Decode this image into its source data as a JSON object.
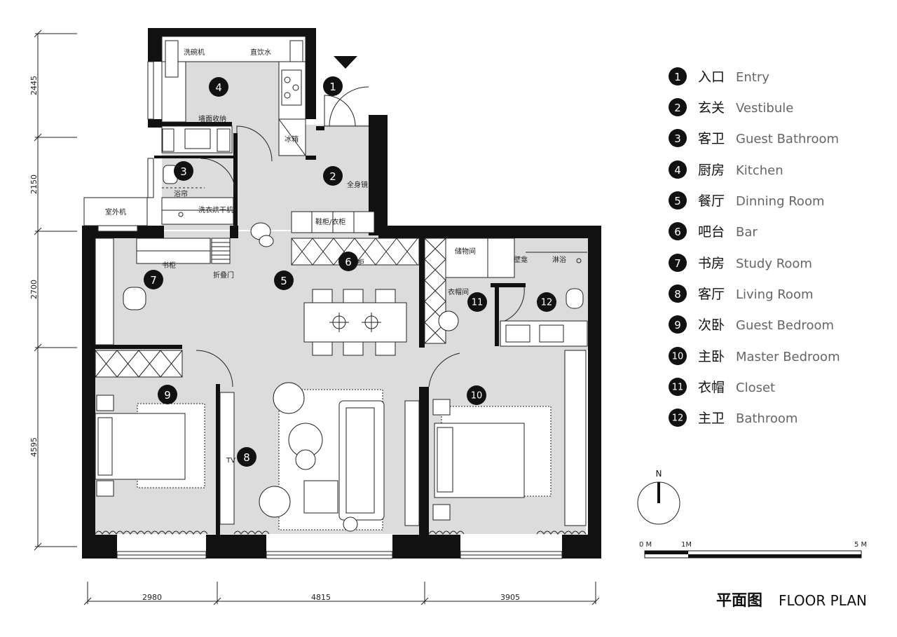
{
  "plan": {
    "title_zh": "平面图",
    "title_en": "FLOOR PLAN"
  },
  "dimensions": {
    "left": [
      "2445",
      "2150",
      "2700",
      "4595"
    ],
    "bottom": [
      "2980",
      "4815",
      "3905"
    ]
  },
  "fixture_labels": {
    "dishwasher": "洗碗机",
    "water_dispenser": "直饮水",
    "wall_storage": "墙面收纳",
    "fridge": "冰箱",
    "mirror": "全身镜",
    "shower_curtain": "浴帘",
    "washer_dryer": "洗衣烘干机",
    "ac_unit": "室外机",
    "shoe_cabinet": "鞋柜/衣柜",
    "bookcase": "书柜",
    "folding_door": "折叠门",
    "cabinet": "柜",
    "storage_room": "储物间",
    "niche": "壁龛",
    "shower": "淋浴",
    "closet_room": "衣帽间",
    "tv": "TV"
  },
  "rooms": [
    {
      "num": "1",
      "zh": "入口",
      "en": "Entry"
    },
    {
      "num": "2",
      "zh": "玄关",
      "en": "Vestibule"
    },
    {
      "num": "3",
      "zh": "客卫",
      "en": "Guest Bathroom"
    },
    {
      "num": "4",
      "zh": "厨房",
      "en": "Kitchen"
    },
    {
      "num": "5",
      "zh": "餐厅",
      "en": "Dinning Room"
    },
    {
      "num": "6",
      "zh": "吧台",
      "en": "Bar"
    },
    {
      "num": "7",
      "zh": "书房",
      "en": "Study Room"
    },
    {
      "num": "8",
      "zh": "客厅",
      "en": "Living Room"
    },
    {
      "num": "9",
      "zh": "次卧",
      "en": "Guest Bedroom"
    },
    {
      "num": "10",
      "zh": "主卧",
      "en": "Master Bedroom"
    },
    {
      "num": "11",
      "zh": "衣帽",
      "en": "Closet"
    },
    {
      "num": "12",
      "zh": "主卫",
      "en": "Bathroom"
    }
  ],
  "compass": {
    "north": "N"
  },
  "scale_bar": {
    "labels": [
      "0 M",
      "1M",
      "5 M"
    ]
  }
}
